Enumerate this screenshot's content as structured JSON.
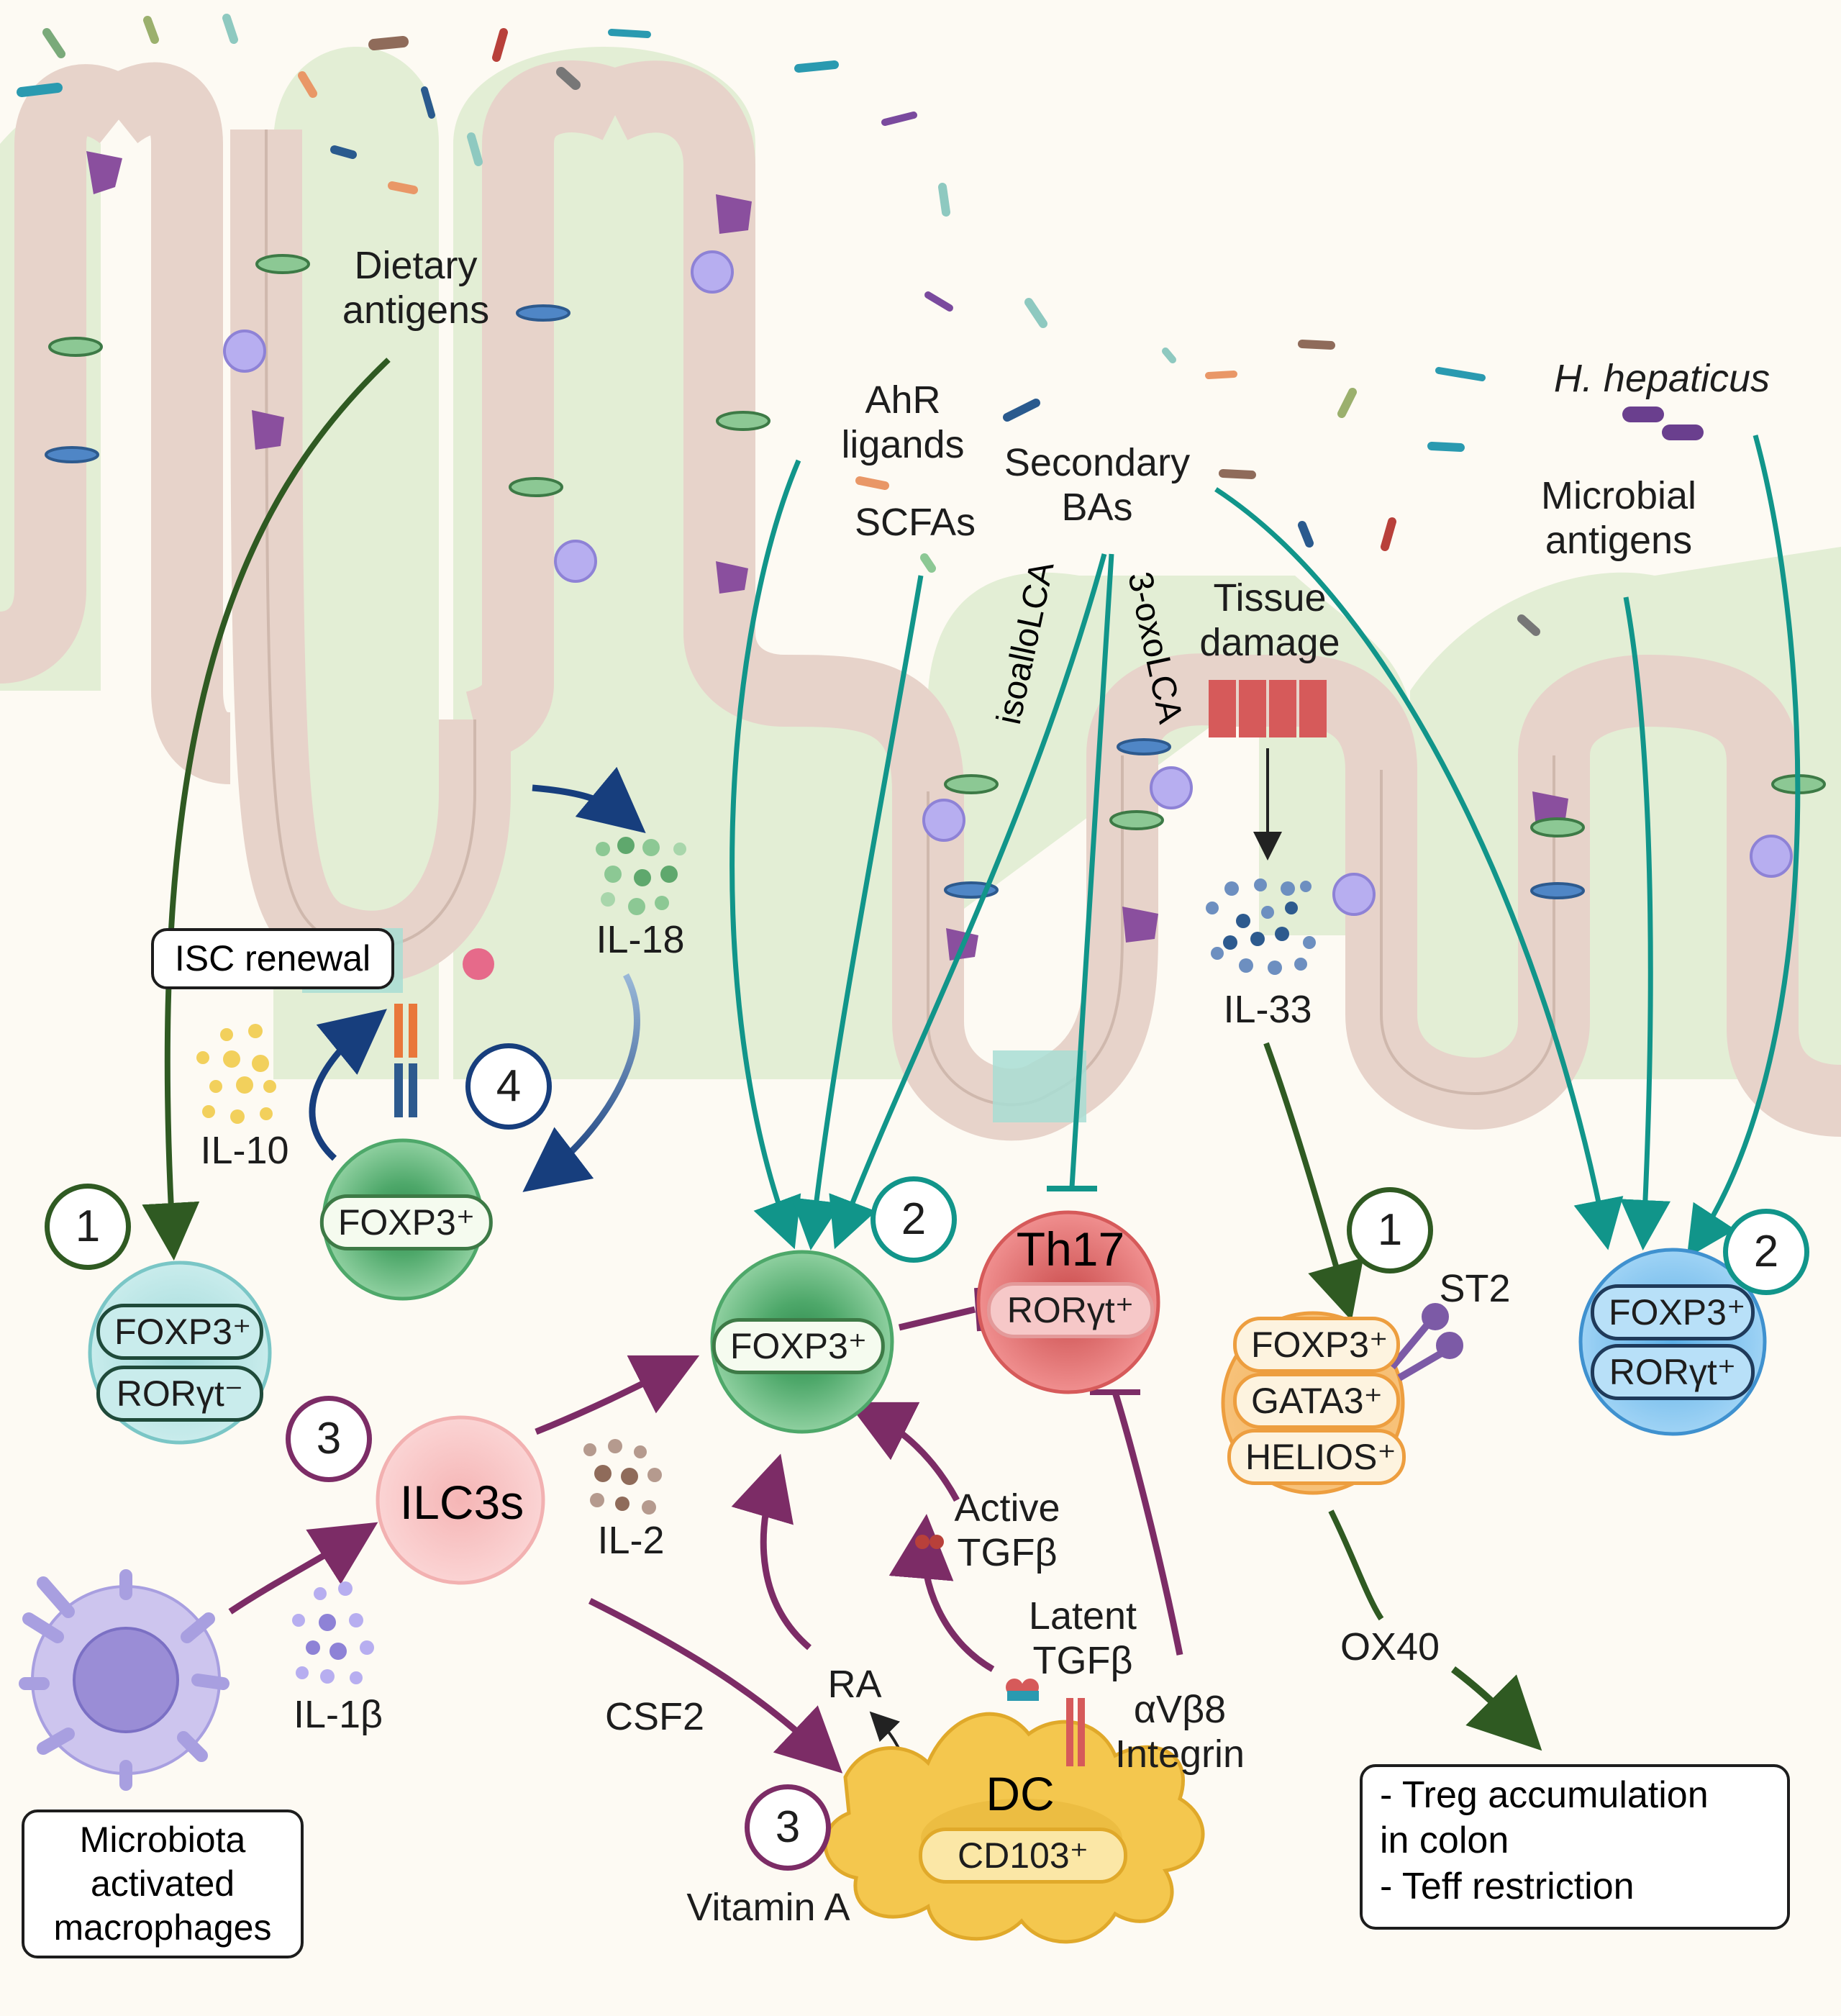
{
  "labels": {
    "dietary_antigens": "Dietary\nantigens",
    "ahr_ligands": "AhR\nligands",
    "scfas": "SCFAs",
    "secondary_bas": "Secondary\nBAs",
    "isoallolca": "isoalloLCA",
    "oxolca": "3-oxoLCA",
    "tissue_damage": "Tissue\ndamage",
    "h_hepaticus": "H. hepaticus",
    "microbial_antigens": "Microbial\nantigens",
    "il18": "IL-18",
    "il33": "IL-33",
    "il10": "IL-10",
    "il2": "IL-2",
    "il1b": "IL-1β",
    "csf2": "CSF2",
    "ra": "RA",
    "active_tgfb": "Active\nTGFβ",
    "latent_tgfb": "Latent\nTGFβ",
    "integrin": "αVβ8\nIntegrin",
    "vitamin_a": "Vitamin A",
    "st2": "ST2",
    "ox40": "OX40"
  },
  "boxes": {
    "isc_renewal": "ISC renewal",
    "macrophages": "Microbiota\nactivated\nmacrophages",
    "outcomes": "- Treg accumulation\nin colon\n- Teff restriction"
  },
  "cells": {
    "treg_isc": "FOXP3⁺",
    "treg_left_a": "FOXP3⁺",
    "treg_left_b": "RORγt⁻",
    "treg_center": "FOXP3⁺",
    "th17_title": "Th17",
    "th17_marker": "RORγt⁺",
    "treg_orange_a": "FOXP3⁺",
    "treg_orange_b": "GATA3⁺",
    "treg_orange_c": "HELIOS⁺",
    "treg_blue_a": "FOXP3⁺",
    "treg_blue_b": "RORγt⁺",
    "ilc3": "ILC3s",
    "dc_title": "DC",
    "dc_marker": "CD103⁺"
  },
  "numbers": {
    "n1_left": "1",
    "n2_center": "2",
    "n3_ilc": "3",
    "n3_dc": "3",
    "n4": "4",
    "n1_right": "1",
    "n2_right": "2"
  },
  "colors": {
    "lumen": "#e3eed5",
    "background": "#fdfaf3",
    "epithelium": "#e7d3ca",
    "treg_green": "#5fb477",
    "th17_red": "#de7373",
    "teal_arrow": "#11958a",
    "purple_arrow": "#7c2c66",
    "navy_arrow": "#173e7d",
    "dark_green_arrow": "#2f5a22"
  }
}
